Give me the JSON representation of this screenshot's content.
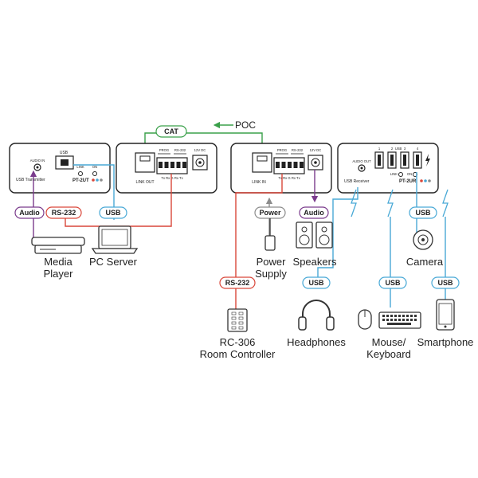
{
  "cable": {
    "cat_label": "CAT",
    "poc_label": "POC"
  },
  "transmitter": {
    "model": "PT-2UT",
    "usb_port_label": "USB",
    "audio_in_label": "AUDIO IN",
    "link_label": "LINK",
    "on_label": "ON",
    "caption": "USB Transmitter",
    "link_out_label": "LINK OUT",
    "prog_label": "PROG",
    "rs232_label": "RS-232",
    "terminal_label": "Tx Rx G Rx Tx",
    "power_label": "12V DC"
  },
  "receiver": {
    "model": "PT-2UR",
    "link_in_label": "LINK IN",
    "prog_label": "PROG",
    "rs232_label": "RS-232",
    "terminal_label": "Tx Rx G Rx Tx",
    "power_label": "12V DC",
    "audio_out_label": "AUDIO OUT",
    "usb_ports_label": "USB",
    "port_numbers": [
      "1",
      "2",
      "3",
      "4"
    ],
    "link_label": "LINK",
    "on_label": "ON",
    "caption": "USB Receiver"
  },
  "connections": {
    "audio": "Audio",
    "rs232": "RS-232",
    "usb": "USB",
    "power": "Power"
  },
  "devices": {
    "media_player": [
      "Media",
      "Player"
    ],
    "pc_server": "PC Server",
    "power_supply": [
      "Power",
      "Supply"
    ],
    "speakers": "Speakers",
    "camera": "Camera",
    "room_controller": [
      "RC-306",
      "Room Controller"
    ],
    "headphones": "Headphones",
    "mouse_keyboard": [
      "Mouse/",
      "Keyboard"
    ],
    "smartphone": "Smartphone"
  },
  "colors": {
    "cat": "#3aa04a",
    "audio": "#7a3b8c",
    "rs232": "#d9473a",
    "usb": "#49a9d6",
    "power": "#8c8c8c",
    "device_outline": "#333333"
  }
}
